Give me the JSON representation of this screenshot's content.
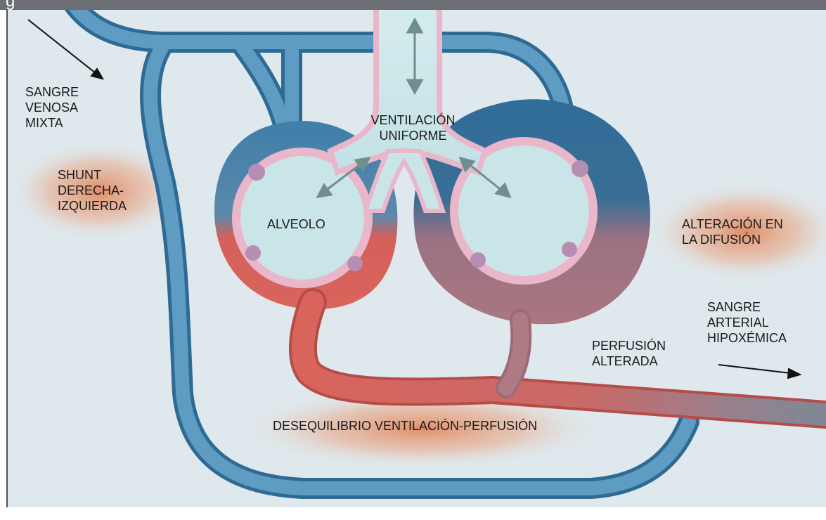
{
  "header": {
    "title": "g"
  },
  "labels": {
    "sangre_venosa_1": "SANGRE",
    "sangre_venosa_2": "VENOSA",
    "sangre_venosa_3": "MIXTA",
    "shunt_1": "SHUNT",
    "shunt_2": "DERECHA-",
    "shunt_3": "IZQUIERDA",
    "ventilacion_1": "VENTILACIÓN",
    "ventilacion_2": "UNIFORME",
    "alveolo": "ALVEOLO",
    "alteracion_1": "ALTERACIÓN EN",
    "alteracion_2": "LA DIFUSIÓN",
    "sangre_arterial_1": "SANGRE",
    "sangre_arterial_2": "ARTERIAL",
    "sangre_arterial_3": "HIPOXÉMICA",
    "perfusion_1": "PERFUSIÓN",
    "perfusion_2": "ALTERADA",
    "desequilibrio": "DESEQUILIBRIO VENTILACIÓN-PERFUSIÓN"
  },
  "colors": {
    "background": "#dfe8ec",
    "venous_blue": "#3f7fa8",
    "arterial_red": "#d9645c",
    "hypoxemic_gray": "#7f8896",
    "alveolus_fill": "#c9e5e8",
    "epithelium": "#e9b7c9",
    "glow": "#e08a62"
  }
}
